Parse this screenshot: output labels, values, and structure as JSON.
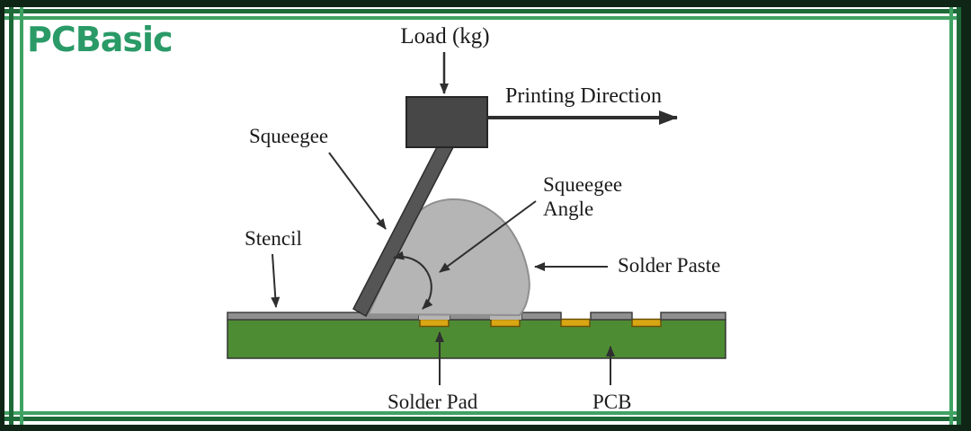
{
  "brand": {
    "logo_text": "PCBasic",
    "logo_color": "#2a9a67"
  },
  "frame": {
    "band_color": "#0f2616",
    "stripe_dark": "#1e6b39",
    "stripe_light": "#3fa263"
  },
  "diagram": {
    "labels": {
      "load": "Load (kg)",
      "printing_direction": "Printing Direction",
      "squeegee": "Squeegee",
      "squeegee_angle_line1": "Squeegee",
      "squeegee_angle_line2": "Angle",
      "stencil": "Stencil",
      "solder_paste": "Solder Paste",
      "solder_pad": "Solder Pad",
      "pcb": "PCB"
    },
    "colors": {
      "pcb_board": "#4e8c33",
      "solder_pad": "#d9a614",
      "stencil": "#8f8f8f",
      "solder_paste": "#b5b5b5",
      "squeegee_blade": "#555555",
      "load_block": "#474747",
      "arrow": "#2f2f2f"
    }
  }
}
